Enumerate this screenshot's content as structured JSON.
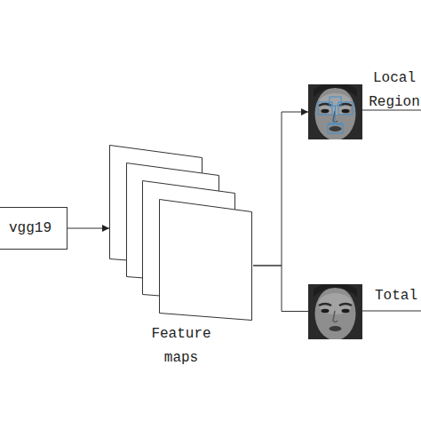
{
  "diagram": {
    "nodes": [
      {
        "text": [
          "vgg19"
        ]
      },
      {
        "text": [
          "Feature maps"
        ]
      },
      {
        "text": [
          "Local Region"
        ]
      },
      {
        "text": [
          "Total"
        ]
      }
    ],
    "edges": [
      {
        "from": 0,
        "to": 1,
        "arrow": "to"
      },
      {
        "from": 1,
        "to": 2,
        "arrow": "to"
      },
      {
        "from": 1,
        "to": 3,
        "arrow": "none"
      }
    ]
  }
}
